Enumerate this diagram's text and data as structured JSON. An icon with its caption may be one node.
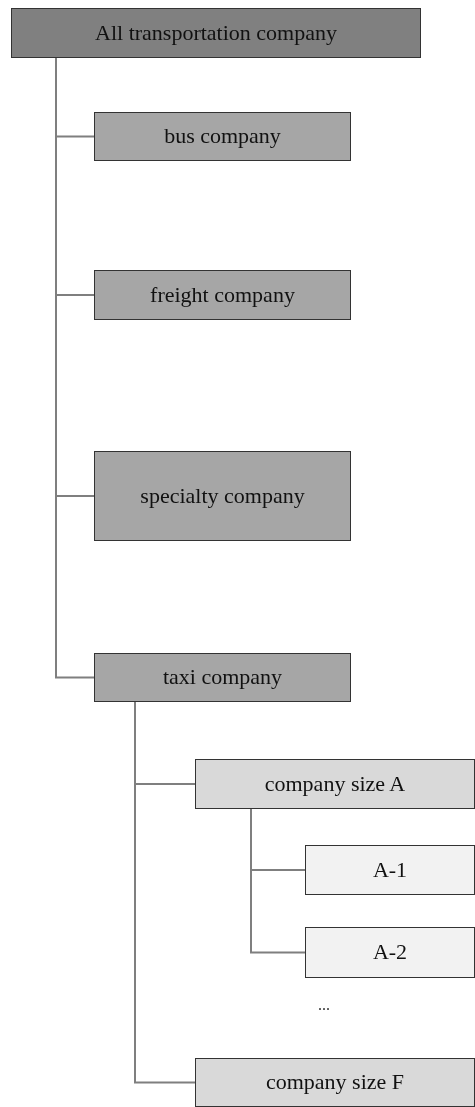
{
  "diagram": {
    "nodes": [
      {
        "text": [
          "All transportation company"
        ]
      },
      {
        "text": [
          "bus company"
        ]
      },
      {
        "text": [
          "freight company"
        ]
      },
      {
        "text": [
          "specialty company"
        ]
      },
      {
        "text": [
          "taxi company"
        ]
      },
      {
        "text": [
          "company size A"
        ]
      },
      {
        "text": [
          "A-1"
        ]
      },
      {
        "text": [
          "A-2"
        ]
      },
      {
        "text": [
          "company size F"
        ]
      }
    ],
    "edges": [
      {
        "from": 0,
        "to": 1,
        "arrow": "none"
      },
      {
        "from": 0,
        "to": 2,
        "arrow": "none"
      },
      {
        "from": 0,
        "to": 3,
        "arrow": "none"
      },
      {
        "from": 0,
        "to": 4,
        "arrow": "none"
      },
      {
        "from": 4,
        "to": 5,
        "arrow": "none"
      },
      {
        "from": 5,
        "to": 6,
        "arrow": "none"
      },
      {
        "from": 5,
        "to": 7,
        "arrow": "none"
      },
      {
        "from": 4,
        "to": 8,
        "arrow": "none"
      }
    ],
    "labels": [
      "..."
    ]
  }
}
